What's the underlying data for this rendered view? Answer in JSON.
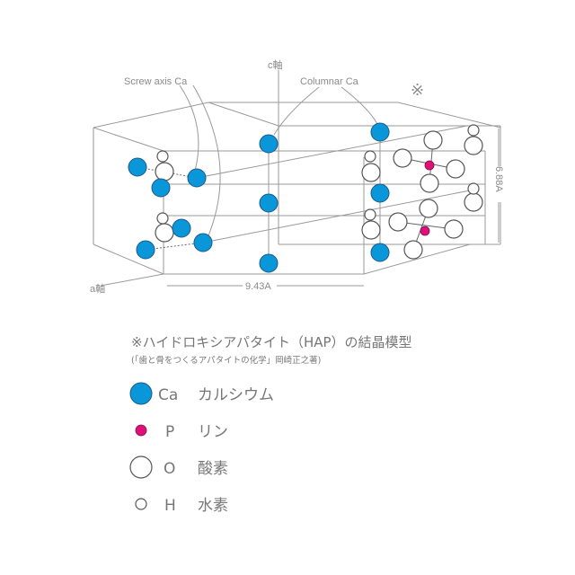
{
  "diagram": {
    "c_axis_label": "c軸",
    "a_axis_label": "a軸",
    "screw_axis_label": "Screw axis Ca",
    "columnar_label": "Columnar Ca",
    "note_mark": "※",
    "width_label": "9.43A",
    "height_label": "6.88A"
  },
  "legend": {
    "title": "※ハイドロキシアパタイト（HAP）の結晶模型",
    "source": "(「歯と骨をつくるアパタイトの化学」岡崎正之著)",
    "items": [
      {
        "symbol": "Ca",
        "name": "カルシウム",
        "color": "#0a97d9"
      },
      {
        "symbol": "P",
        "name": "リン",
        "color": "#e0107a"
      },
      {
        "symbol": "O",
        "name": "酸素",
        "color": "#ffffff"
      },
      {
        "symbol": "H",
        "name": "水素",
        "color": "#ffffff"
      }
    ]
  }
}
